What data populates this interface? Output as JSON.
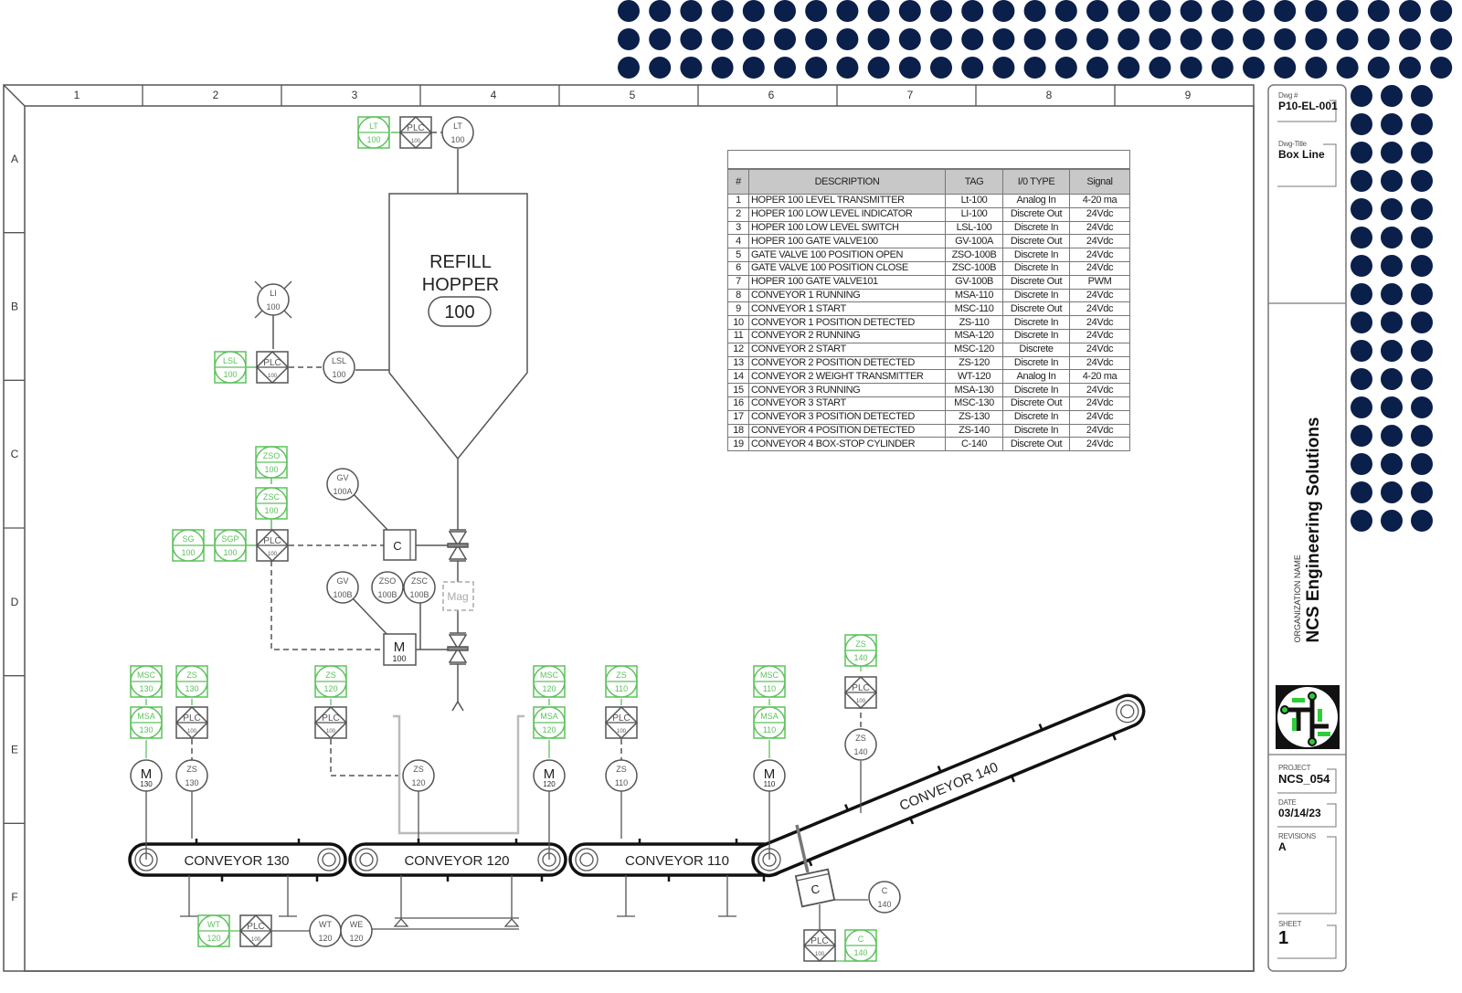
{
  "decor": {
    "dot_color": "#0b1f4b"
  },
  "colors": {
    "instrument_green": "#5cc25c",
    "line_gray": "#555555",
    "header_gray": "#c8c8c8"
  },
  "grid": {
    "columns": [
      "1",
      "2",
      "3",
      "4",
      "5",
      "6",
      "7",
      "8",
      "9"
    ],
    "rows": [
      "A",
      "B",
      "C",
      "D",
      "E",
      "F"
    ]
  },
  "hopper": {
    "title_line1": "REFILL",
    "title_line2": "HOPPER",
    "number": "100"
  },
  "instruments": {
    "lt_field": {
      "tag": "LT",
      "num": "100"
    },
    "lt_plc_green": {
      "tag": "LT",
      "num": "100"
    },
    "plc": {
      "tag": "PLC",
      "num": "100"
    },
    "li": {
      "tag": "LI",
      "num": "100"
    },
    "lsl_field": {
      "tag": "LSL",
      "num": "100"
    },
    "lsl_green": {
      "tag": "LSL",
      "num": "100"
    },
    "zso_green": {
      "tag": "ZSO",
      "num": "100"
    },
    "zsc_green": {
      "tag": "ZSC",
      "num": "100"
    },
    "sg_green": {
      "tag": "SG",
      "num": "100"
    },
    "sgp_green": {
      "tag": "SGP",
      "num": "100"
    },
    "gv_a": {
      "tag": "GV",
      "num": "100A"
    },
    "gv_b": {
      "tag": "GV",
      "num": "100B"
    },
    "zso_b": {
      "tag": "ZSO",
      "num": "100B"
    },
    "zsc_b": {
      "tag": "ZSC",
      "num": "100B"
    },
    "cyl_c": {
      "tag": "C"
    },
    "motor_100": {
      "tag": "M",
      "num": "100"
    },
    "mag": {
      "tag": "Mag"
    },
    "msc130": {
      "tag": "MSC",
      "num": "130"
    },
    "msa130": {
      "tag": "MSA",
      "num": "130"
    },
    "zs130_green": {
      "tag": "ZS",
      "num": "130"
    },
    "m130": {
      "tag": "M",
      "num": "130"
    },
    "zs130": {
      "tag": "ZS",
      "num": "130"
    },
    "zs120_green": {
      "tag": "ZS",
      "num": "120"
    },
    "zs120": {
      "tag": "ZS",
      "num": "120"
    },
    "msc120": {
      "tag": "MSC",
      "num": "120"
    },
    "msa120": {
      "tag": "MSA",
      "num": "120"
    },
    "m120": {
      "tag": "M",
      "num": "120"
    },
    "zs110_green": {
      "tag": "ZS",
      "num": "110"
    },
    "zs110": {
      "tag": "ZS",
      "num": "110"
    },
    "msc110": {
      "tag": "MSC",
      "num": "110"
    },
    "msa110": {
      "tag": "MSA",
      "num": "110"
    },
    "m110": {
      "tag": "M",
      "num": "110"
    },
    "zs140_green": {
      "tag": "ZS",
      "num": "140"
    },
    "zs140": {
      "tag": "ZS",
      "num": "140"
    },
    "wt120_green": {
      "tag": "WT",
      "num": "120"
    },
    "wt120": {
      "tag": "WT",
      "num": "120"
    },
    "we120": {
      "tag": "WE",
      "num": "120"
    },
    "c140": {
      "tag": "C",
      "num": "140"
    },
    "c140_green": {
      "tag": "C",
      "num": "140"
    },
    "cyl_140": {
      "tag": "C"
    }
  },
  "conveyors": {
    "c130": "CONVEYOR 130",
    "c120": "CONVEYOR 120",
    "c110": "CONVEYOR 110",
    "c140": "CONVEYOR 140"
  },
  "io_table": {
    "headers": [
      "#",
      "DESCRIPTION",
      "TAG",
      "I/0 TYPE",
      "Signal"
    ],
    "rows": [
      [
        "1",
        "HOPER 100 LEVEL TRANSMITTER",
        "Lt-100",
        "Analog In",
        "4-20 ma"
      ],
      [
        "2",
        "HOPER 100 LOW LEVEL INDICATOR",
        "LI-100",
        "Discrete Out",
        "24Vdc"
      ],
      [
        "3",
        "HOPER 100 LOW LEVEL SWITCH",
        "LSL-100",
        "Discrete In",
        "24Vdc"
      ],
      [
        "4",
        "HOPER 100 GATE VALVE100",
        "GV-100A",
        "Discrete Out",
        "24Vdc"
      ],
      [
        "5",
        "GATE VALVE 100 POSITION OPEN",
        "ZSO-100B",
        "Discrete In",
        "24Vdc"
      ],
      [
        "6",
        "GATE VALVE 100 POSITION CLOSE",
        "ZSC-100B",
        "Discrete In",
        "24Vdc"
      ],
      [
        "7",
        "HOPER 100 GATE VALVE101",
        "GV-100B",
        "Discrete Out",
        "PWM"
      ],
      [
        "8",
        "CONVEYOR 1 RUNNING",
        "MSA-110",
        "Discrete In",
        "24Vdc"
      ],
      [
        "9",
        "CONVEYOR 1 START",
        "MSC-110",
        "Discrete Out",
        "24Vdc"
      ],
      [
        "10",
        "CONVEYOR 1 POSITION DETECTED",
        "ZS-110",
        "Discrete In",
        "24Vdc"
      ],
      [
        "11",
        "CONVEYOR 2 RUNNING",
        "MSA-120",
        "Discrete In",
        "24Vdc"
      ],
      [
        "12",
        "CONVEYOR 2 START",
        "MSC-120",
        "Discrete",
        "24Vdc"
      ],
      [
        "13",
        "CONVEYOR 2 POSITION DETECTED",
        "ZS-120",
        "Discrete In",
        "24Vdc"
      ],
      [
        "14",
        "CONVEYOR 2 WEIGHT TRANSMITTER",
        "WT-120",
        "Analog In",
        "4-20 ma"
      ],
      [
        "15",
        "CONVEYOR 3 RUNNING",
        "MSA-130",
        "Discrete In",
        "24Vdc"
      ],
      [
        "16",
        "CONVEYOR 3 START",
        "MSC-130",
        "Discrete Out",
        "24Vdc"
      ],
      [
        "17",
        "CONVEYOR 3 POSITION DETECTED",
        "ZS-130",
        "Discrete In",
        "24Vdc"
      ],
      [
        "18",
        "CONVEYOR 4 POSITION DETECTED",
        "ZS-140",
        "Discrete In",
        "24Vdc"
      ],
      [
        "19",
        "CONVEYOR 4 BOX-STOP CYLINDER",
        "C-140",
        "Discrete Out",
        "24Vdc"
      ]
    ]
  },
  "title_block": {
    "dwg_no_label": "Dwg #",
    "dwg_no": "P10-EL-001",
    "dwg_title_label": "Dwg-Title",
    "dwg_title": "Box Line",
    "org_label": "ORGANIZATION NAME",
    "org_name": "NCS Engineering Solutions",
    "project_label": "PROJECT",
    "project": "NCS_054",
    "date_label": "DATE",
    "date": "03/14/23",
    "revisions_label": "REVISIONS",
    "revision": "A",
    "sheet_label": "SHEET",
    "sheet": "1"
  }
}
